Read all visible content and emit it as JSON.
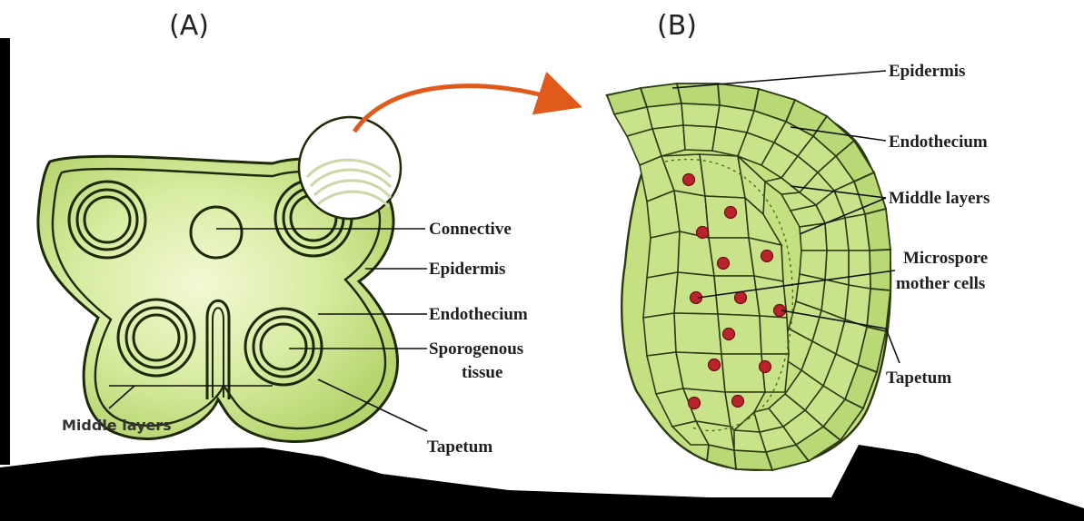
{
  "panels": {
    "a": {
      "title": "(A)"
    },
    "b": {
      "title": "(B)"
    }
  },
  "labels_a": {
    "connective": "Connective",
    "epidermis": "Epidermis",
    "endothecium": "Endothecium",
    "sporogenous_1": "Sporogenous",
    "sporogenous_2": "tissue",
    "middle_layers": "Middle layers",
    "tapetum": "Tapetum"
  },
  "labels_b": {
    "epidermis": "Epidermis",
    "endothecium": "Endothecium",
    "middle_layers": "Middle layers",
    "microspore_1": "Microspore",
    "microspore_2": "mother cells",
    "tapetum": "Tapetum"
  },
  "colors": {
    "tissue_green": "#c9e38a",
    "outline": "#1d2a08",
    "arrow_orange": "#e05a1c",
    "nucleus_red": "#b8232c",
    "black_band": "#000000"
  }
}
